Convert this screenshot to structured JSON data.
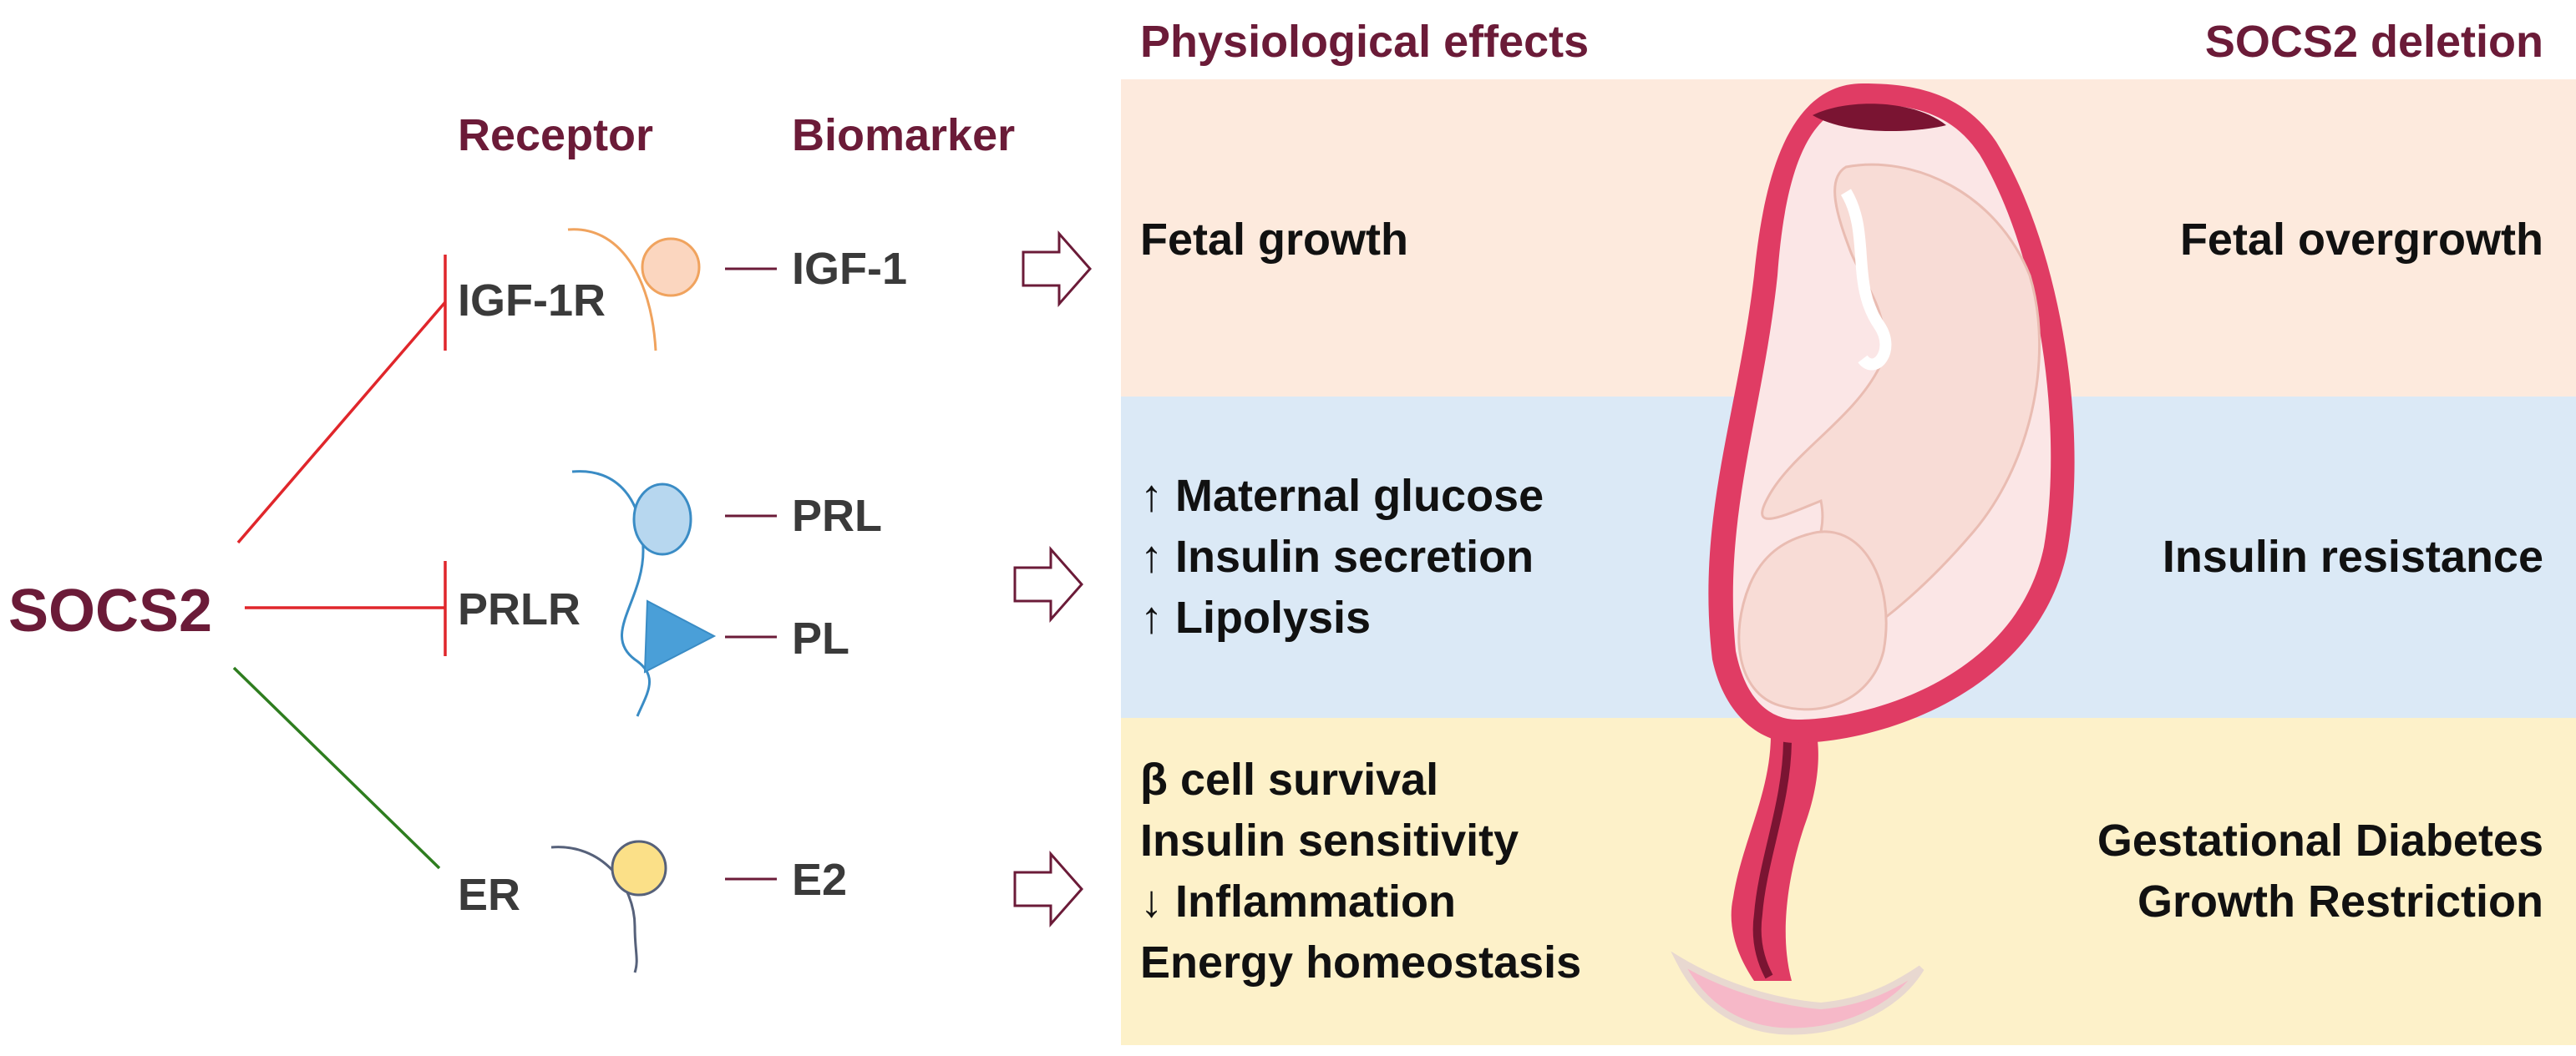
{
  "colors": {
    "title": "#6b1b38",
    "text": "#111111",
    "label": "#3a3a3a",
    "inhibit_line": "#e0262b",
    "stimulate_line": "#2e7d1f",
    "band_top": "#fdeadd",
    "band_mid": "#dbe9f6",
    "band_bottom": "#fdf1c9",
    "igf1_receptor": "#f0a35e",
    "igf1_ligand": "#fbd6bf",
    "prlr_receptor": "#3a8cc5",
    "prl_ligand": "#b7d7ef",
    "pl_ligand": "#4a9fd8",
    "er_receptor": "#56617a",
    "e2_ligand": "#fbe088",
    "uterus": "#e03c64",
    "fetus": "#f8dcd6"
  },
  "left": {
    "regulator": "SOCS2",
    "headers": {
      "receptor": "Receptor",
      "biomarker": "Biomarker"
    },
    "rows": [
      {
        "receptor": "IGF-1R",
        "biomarkers": [
          "IGF-1"
        ],
        "interaction": "inhibits"
      },
      {
        "receptor": "PRLR",
        "biomarkers": [
          "PRL",
          "PL"
        ],
        "interaction": "inhibits"
      },
      {
        "receptor": "ER",
        "biomarkers": [
          "E2"
        ],
        "interaction": "activates"
      }
    ]
  },
  "right": {
    "headers": {
      "effects": "Physiological effects",
      "deletion": "SOCS2 deletion"
    },
    "bands": [
      {
        "effects": [
          "Fetal growth"
        ],
        "deletion": [
          "Fetal overgrowth"
        ]
      },
      {
        "effects": [
          "↑ Maternal glucose",
          "↑ Insulin secretion",
          "↑ Lipolysis"
        ],
        "deletion": [
          "Insulin resistance"
        ]
      },
      {
        "effects": [
          "β cell survival",
          "Insulin sensitivity",
          "↓ Inflammation",
          "Energy homeostasis"
        ],
        "deletion": [
          "Gestational Diabetes",
          "Growth Restriction"
        ]
      }
    ]
  }
}
